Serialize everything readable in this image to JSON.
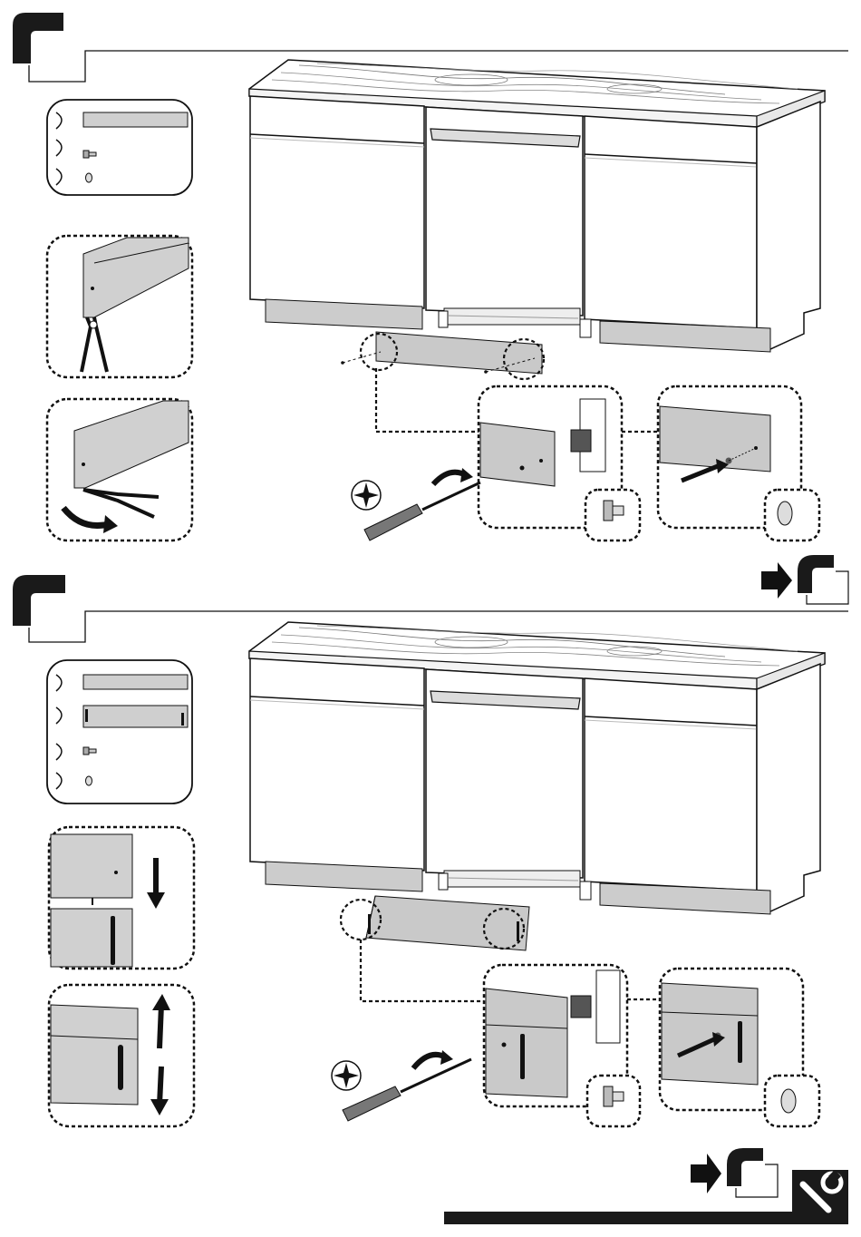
{
  "page": {
    "background": "#ffffff",
    "ink": "#111111",
    "panel_gray": "#c8c8c8",
    "dark_bar": "#1a1a1a"
  },
  "steps": [
    {
      "id": "step-1",
      "parts": [
        {
          "icon": "kick-plate-strip-icon"
        },
        {
          "icon": "screw-icon"
        },
        {
          "icon": "cap-icon"
        }
      ],
      "details": [
        "pliers-bend-tab-detail",
        "pliers-break-tab-detail"
      ],
      "callouts": [
        "screw-fixing-callout",
        "cap-fitting-callout"
      ]
    },
    {
      "id": "step-2",
      "parts": [
        {
          "icon": "kick-plate-strip-icon"
        },
        {
          "icon": "kick-plate-with-slot-icon"
        },
        {
          "icon": "screw-icon"
        },
        {
          "icon": "cap-icon"
        }
      ],
      "details": [
        "slide-panel-down-detail",
        "adjust-height-detail"
      ],
      "callouts": [
        "screw-fixing-callout",
        "cap-fitting-callout"
      ]
    }
  ],
  "icons": {
    "next_step": "arrow-next-step-icon",
    "tool": "wrench-icon",
    "screwdriver": "phillips-screwdriver-icon"
  }
}
